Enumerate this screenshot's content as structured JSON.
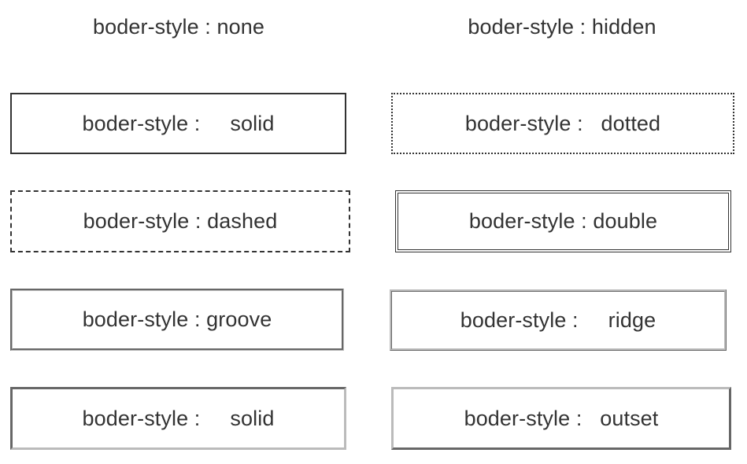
{
  "boxes": {
    "none": {
      "label": "boder-style : none"
    },
    "hidden": {
      "label": "boder-style : hidden"
    },
    "solid": {
      "label": "boder-style :     solid"
    },
    "dotted": {
      "label": "boder-style :   dotted"
    },
    "dashed": {
      "label": "boder-style : dashed"
    },
    "double": {
      "label": "boder-style : double"
    },
    "groove": {
      "label": "boder-style : groove"
    },
    "ridge": {
      "label": "boder-style :     ridge"
    },
    "inset": {
      "label": "boder-style :     solid"
    },
    "outset": {
      "label": "boder-style :   outset"
    }
  },
  "colors": {
    "text": "#333333",
    "border_dark": "#333333",
    "border_light": "#bbbbbb",
    "background": "#ffffff"
  }
}
